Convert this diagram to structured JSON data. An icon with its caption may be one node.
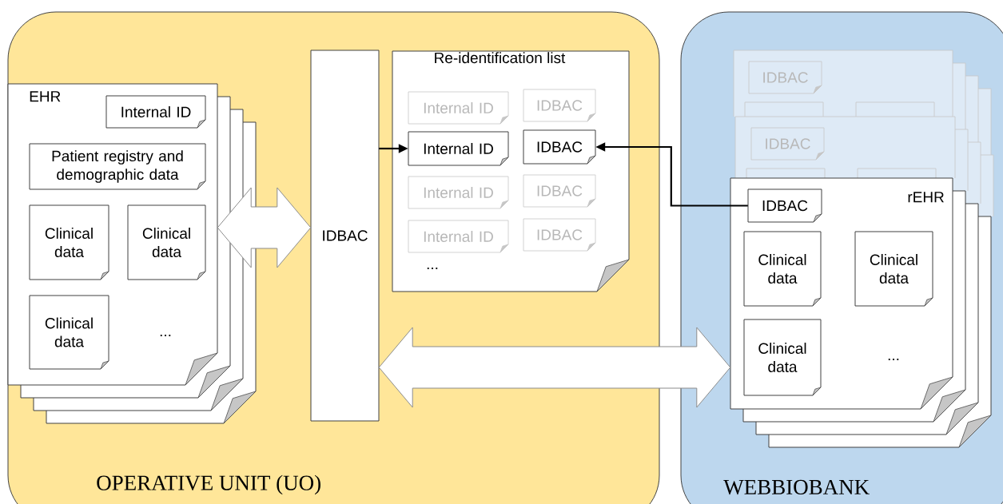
{
  "diagram": {
    "nodes": [
      {
        "text": [
          "OPERATIVE UNIT (UO)"
        ]
      },
      {
        "text": [
          "WEBBIOBANK"
        ]
      },
      {
        "text": [
          "EHR",
          "..."
        ],
        "in": 0
      },
      {
        "text": [
          "Internal ID"
        ],
        "in": 2
      },
      {
        "text": [
          "Patient registry and demographic data"
        ],
        "in": 2
      },
      {
        "text": [
          "Clinical data"
        ],
        "in": 2
      },
      {
        "text": [
          "Clinical data"
        ],
        "in": 2
      },
      {
        "text": [
          "Clinical data"
        ],
        "in": 2
      },
      {
        "text": [
          "IDBAC"
        ],
        "in": 0
      },
      {
        "text": [
          "Re-identification list",
          "..."
        ],
        "in": 0
      },
      {
        "text": [
          "Internal ID"
        ],
        "in": 9
      },
      {
        "text": [
          "IDBAC"
        ],
        "in": 9
      },
      {
        "text": [
          "Internal ID"
        ],
        "in": 9
      },
      {
        "text": [
          "IDBAC"
        ],
        "in": 9
      },
      {
        "text": [
          "Internal ID"
        ],
        "in": 9
      },
      {
        "text": [
          "IDBAC"
        ],
        "in": 9
      },
      {
        "text": [
          "Internal ID"
        ],
        "in": 9
      },
      {
        "text": [
          "IDBAC"
        ],
        "in": 9
      },
      {
        "text": [],
        "shape": "box",
        "in": 1
      },
      {
        "text": [
          "IDBAC"
        ],
        "in": 18
      },
      {
        "text": [],
        "shape": "box",
        "in": 1
      },
      {
        "text": [
          "IDBAC"
        ],
        "in": 20
      },
      {
        "text": [
          "rEHR",
          "..."
        ],
        "in": 1
      },
      {
        "text": [
          "IDBAC"
        ],
        "in": 22
      },
      {
        "text": [
          "Clinical data"
        ],
        "in": 22
      },
      {
        "text": [
          "Clinical data"
        ],
        "in": 22
      },
      {
        "text": [
          "Clinical data"
        ],
        "in": 22
      }
    ],
    "edges": [
      {
        "from": 2,
        "to": 8,
        "arrow": "both",
        "style": "thick"
      },
      {
        "from": 8,
        "to": 22,
        "arrow": "both",
        "style": "thick"
      },
      {
        "from": 8,
        "to": 12,
        "arrow": "to"
      },
      {
        "from": 23,
        "to": 13,
        "arrow": "to"
      }
    ]
  }
}
